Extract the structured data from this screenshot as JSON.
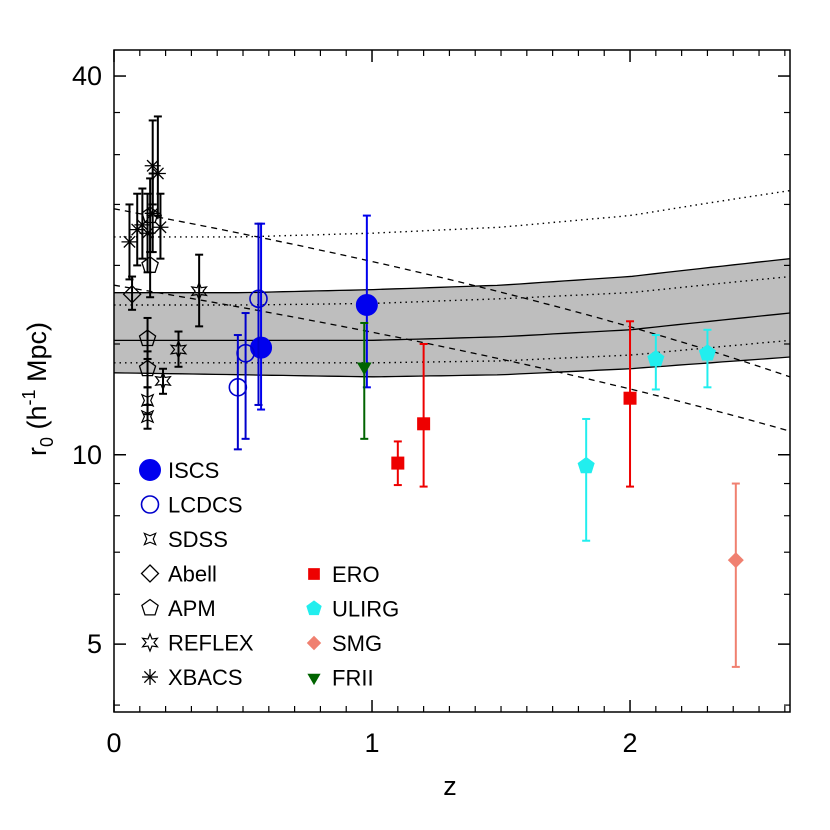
{
  "chart_data": {
    "type": "scatter",
    "title": "",
    "xlabel": "z",
    "ylabel": {
      "main": "r",
      "sub": "0",
      "open": " (h",
      "sup": "-1",
      "close": " Mpc)"
    },
    "x_scale": "linear",
    "y_scale": "log",
    "xlim": [
      0,
      2.62
    ],
    "ylim": [
      3.9,
      44
    ],
    "x_ticks": [
      0,
      1,
      2
    ],
    "x_tick_labels": [
      "0",
      "1",
      "2"
    ],
    "y_ticks": [
      5,
      10,
      40
    ],
    "y_tick_labels": [
      "5",
      "10",
      "40"
    ],
    "grid": false,
    "legend_location": "lower-left",
    "colors": {
      "ISCS": "#0000ee",
      "LCDCS": "#0000cc",
      "ERO": "#ee0000",
      "ULIRG": "#22eeee",
      "SMG": "#f08070",
      "FRII": "#006400",
      "local": "#000000",
      "band_fill": "#bebebe"
    },
    "series": [
      {
        "name": "ISCS",
        "marker": "filled-circle",
        "color": "#0000ee",
        "points": [
          [
            0.57,
            14.8,
            11.8,
            23.3
          ],
          [
            0.98,
            17.3,
            12.8,
            24.0
          ]
        ]
      },
      {
        "name": "LCDCS",
        "marker": "open-circle",
        "color": "#0000cc",
        "points": [
          [
            0.48,
            12.8,
            10.2,
            15.5
          ],
          [
            0.51,
            14.5,
            10.6,
            16.8
          ],
          [
            0.56,
            17.7,
            12.0,
            23.3
          ]
        ]
      },
      {
        "name": "SDSS",
        "marker": "star4",
        "color": "#000000",
        "points": [
          [
            0.13,
            12.2,
            11.6,
            12.8
          ],
          [
            0.13,
            11.5,
            11.0,
            12.0
          ]
        ]
      },
      {
        "name": "Abell",
        "marker": "diamond",
        "color": "#000000",
        "points": [
          [
            0.07,
            18.0,
            17.0,
            19.2
          ]
        ]
      },
      {
        "name": "APM",
        "marker": "pentagon",
        "color": "#000000",
        "points": [
          [
            0.13,
            13.7,
            12.8,
            14.6
          ],
          [
            0.13,
            15.3,
            14.2,
            16.5
          ],
          [
            0.14,
            20.0,
            17.8,
            22.5
          ],
          [
            0.14,
            24.0,
            21.0,
            27.5
          ]
        ]
      },
      {
        "name": "REFLEX",
        "marker": "star6",
        "color": "#000000",
        "points": [
          [
            0.19,
            13.1,
            12.5,
            13.7
          ],
          [
            0.25,
            14.7,
            13.8,
            15.7
          ],
          [
            0.33,
            18.2,
            16.0,
            20.8
          ]
        ]
      },
      {
        "name": "XBACS",
        "marker": "asterisk",
        "color": "#000000",
        "points": [
          [
            0.06,
            21.8,
            19.0,
            25.0
          ],
          [
            0.09,
            22.8,
            20.0,
            26.0
          ],
          [
            0.11,
            23.2,
            20.5,
            26.5
          ],
          [
            0.13,
            22.5,
            19.5,
            26.0
          ],
          [
            0.15,
            24.2,
            21.0,
            28.0
          ],
          [
            0.15,
            28.8,
            25.0,
            34.0
          ],
          [
            0.17,
            28.0,
            24.0,
            34.5
          ],
          [
            0.18,
            23.0,
            20.5,
            26.0
          ]
        ]
      },
      {
        "name": "ERO",
        "marker": "square",
        "color": "#ee0000",
        "points": [
          [
            1.1,
            9.7,
            8.95,
            10.5
          ],
          [
            1.2,
            11.2,
            8.9,
            15.0
          ],
          [
            2.0,
            12.3,
            8.9,
            16.3
          ]
        ]
      },
      {
        "name": "ULIRG",
        "marker": "filled-pentagon",
        "color": "#22eeee",
        "points": [
          [
            1.83,
            9.6,
            7.3,
            11.4
          ],
          [
            2.1,
            14.2,
            12.7,
            15.5
          ],
          [
            2.3,
            14.5,
            12.8,
            15.8
          ]
        ]
      },
      {
        "name": "SMG",
        "marker": "filled-diamond",
        "color": "#f08070",
        "points": [
          [
            2.41,
            6.8,
            4.6,
            9.0
          ]
        ]
      },
      {
        "name": "FRII",
        "marker": "triangle-down",
        "color": "#006400",
        "points": [
          [
            0.97,
            13.8,
            10.6,
            16.2
          ]
        ]
      }
    ],
    "curves": {
      "band_upper": [
        [
          0,
          18.1
        ],
        [
          0.5,
          18.1
        ],
        [
          1.0,
          18.3
        ],
        [
          1.5,
          18.6
        ],
        [
          2.0,
          19.2
        ],
        [
          2.62,
          20.5
        ]
      ],
      "band_mid": [
        [
          0,
          15.2
        ],
        [
          0.5,
          15.2
        ],
        [
          1.0,
          15.2
        ],
        [
          1.5,
          15.4
        ],
        [
          2.0,
          15.8
        ],
        [
          2.62,
          16.8
        ]
      ],
      "band_lower": [
        [
          0,
          13.5
        ],
        [
          0.5,
          13.4
        ],
        [
          1.0,
          13.3
        ],
        [
          1.5,
          13.4
        ],
        [
          2.0,
          13.7
        ],
        [
          2.62,
          14.3
        ]
      ],
      "dotted": [
        [
          [
            0,
            22.2
          ],
          [
            0.5,
            22.2
          ],
          [
            1.0,
            22.5
          ],
          [
            1.5,
            23.0
          ],
          [
            2.0,
            24.0
          ],
          [
            2.62,
            26.3
          ]
        ],
        [
          [
            0,
            17.3
          ],
          [
            0.5,
            17.3
          ],
          [
            1.0,
            17.4
          ],
          [
            1.5,
            17.7
          ],
          [
            2.0,
            18.1
          ],
          [
            2.62,
            19.2
          ]
        ],
        [
          [
            0,
            14.0
          ],
          [
            0.5,
            14.0
          ],
          [
            1.0,
            14.0
          ],
          [
            1.5,
            14.1
          ],
          [
            2.0,
            14.4
          ],
          [
            2.62,
            15.2
          ]
        ]
      ],
      "dashed": [
        [
          [
            0,
            24.6
          ],
          [
            2.62,
            13.3
          ]
        ],
        [
          [
            0,
            18.6
          ],
          [
            2.62,
            10.9
          ]
        ]
      ]
    },
    "legend": {
      "column1": [
        "ISCS",
        "LCDCS",
        "SDSS",
        "Abell",
        "APM",
        "REFLEX",
        "XBACS"
      ],
      "column2": [
        "ERO",
        "ULIRG",
        "SMG",
        "FRII"
      ]
    }
  }
}
